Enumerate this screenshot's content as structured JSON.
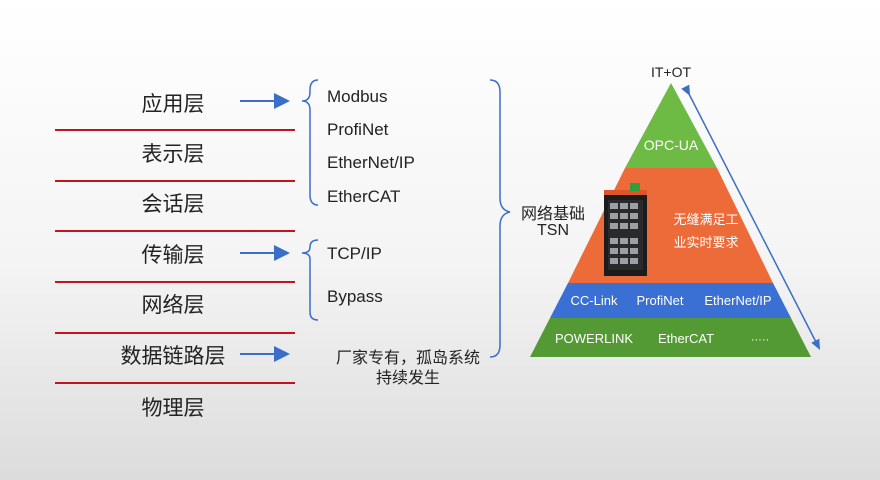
{
  "layers": [
    "应用层",
    "表示层",
    "会话层",
    "传输层",
    "网络层",
    "数据链路层",
    "物理层"
  ],
  "protocols": {
    "application": [
      "Modbus",
      "ProfiNet",
      "EtherNet/IP",
      "EtherCAT"
    ],
    "transport": [
      "TCP/IP",
      "Bypass"
    ]
  },
  "datalink_note": {
    "line1": "厂家专有，孤岛系统",
    "line2": "持续发生"
  },
  "tsn_label": {
    "line1": "网络基础",
    "line2": "TSN"
  },
  "pyramid": {
    "apex_label": "IT+OT",
    "top": "OPC-UA",
    "middle_text": {
      "line1": "无缝满足工",
      "line2": "业实时要求"
    },
    "band_blue": [
      "CC-Link",
      "ProfiNet",
      "EtherNet/IP"
    ],
    "band_green": [
      "POWERLINK",
      "EtherCAT",
      "·····"
    ],
    "colors": {
      "top": "#6dbb45",
      "middle": "#ec6b38",
      "blue": "#3a6fd3",
      "green": "#549a34"
    }
  }
}
